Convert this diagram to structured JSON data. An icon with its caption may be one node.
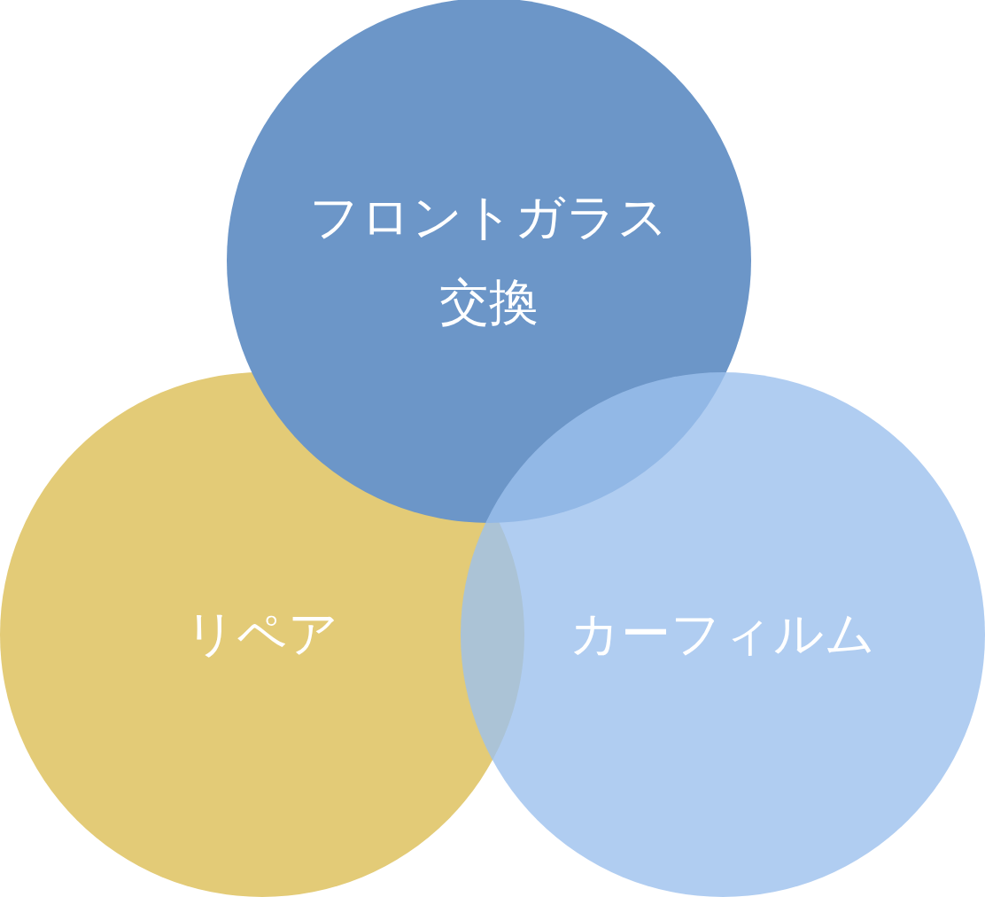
{
  "diagram": {
    "nodes": [
      {
        "text": [
          "フロントガラス交換"
        ]
      },
      {
        "text": [
          "リペア"
        ]
      },
      {
        "text": [
          "カーフィルム"
        ]
      }
    ]
  }
}
